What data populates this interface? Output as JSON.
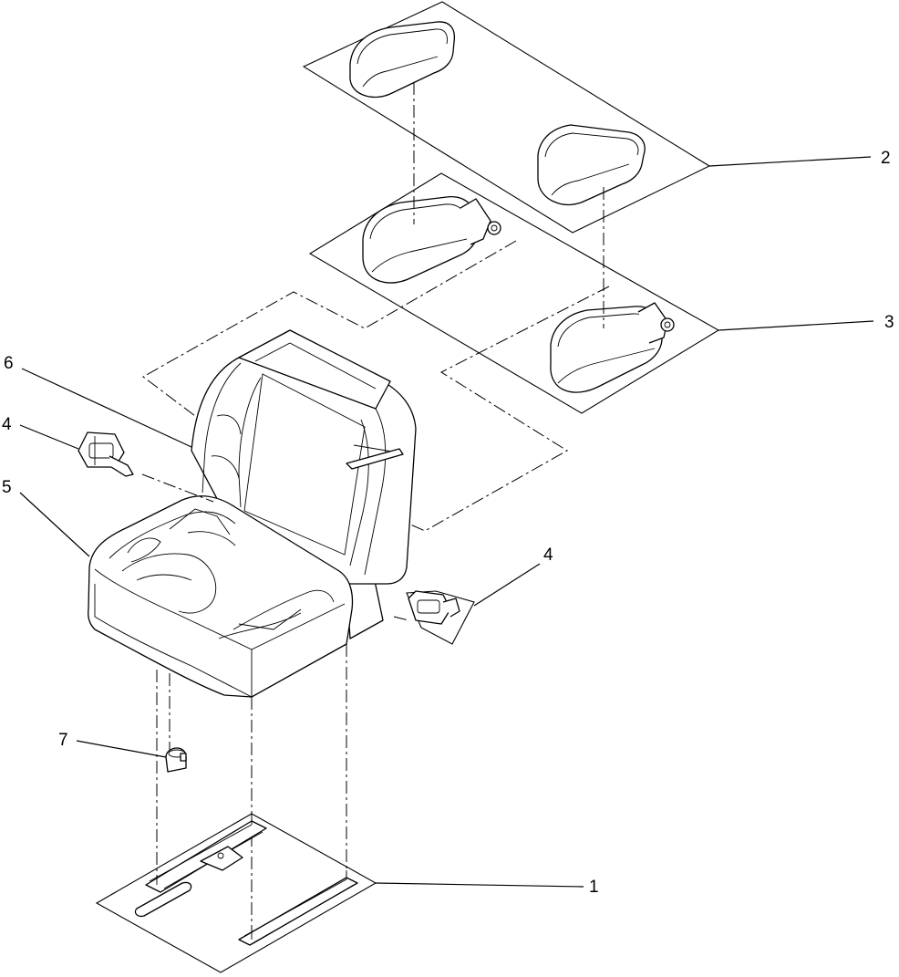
{
  "callouts": {
    "c1": "1",
    "c2": "2",
    "c3": "3",
    "c4a": "4",
    "c4b": "4",
    "c5": "5",
    "c6": "6",
    "c7": "7"
  },
  "style": {
    "line_color": "#000000",
    "background": "#ffffff"
  }
}
